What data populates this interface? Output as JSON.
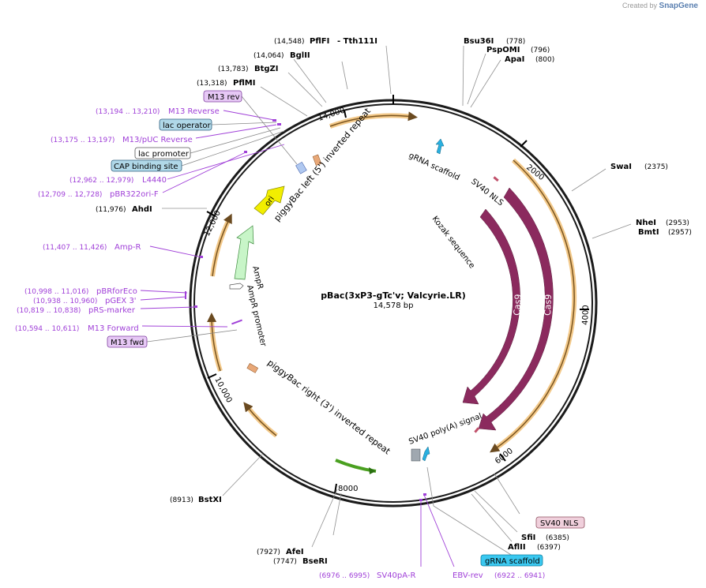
{
  "watermark": {
    "created_by": "Created by",
    "brand": "SnapGene"
  },
  "plasmid": {
    "name": "pBac(3xP3-gTc'v; Valcyrie.LR)",
    "length_label": "14,578 bp",
    "total_bp": 14578
  },
  "ticks": [
    {
      "label": "2000",
      "bp": 2000
    },
    {
      "label": "4000",
      "bp": 4000
    },
    {
      "label": "6000",
      "bp": 6000
    },
    {
      "label": "8000",
      "bp": 8000
    },
    {
      "label": "10,000",
      "bp": 10000
    },
    {
      "label": "12,000",
      "bp": 12000
    },
    {
      "label": "14,000",
      "bp": 14000
    }
  ],
  "right_sites": [
    {
      "name": "Bsu36I",
      "pos": "(778)"
    },
    {
      "name": "PspOMI",
      "pos": "(796)"
    },
    {
      "name": "ApaI",
      "pos": "(800)"
    },
    {
      "name": "SwaI",
      "pos": "(2375)"
    },
    {
      "name": "NheI",
      "pos": "(2953)"
    },
    {
      "name": "BmtI",
      "pos": "(2957)"
    },
    {
      "name": "SfiI",
      "pos": "(6385)"
    },
    {
      "name": "AflII",
      "pos": "(6397)"
    }
  ],
  "left_sites": [
    {
      "name": "PflFI",
      "pos": "(14,548)"
    },
    {
      "name": "- Tth111I",
      "pos": ""
    },
    {
      "name": "BglII",
      "pos": "(14,064)"
    },
    {
      "name": "BtgZI",
      "pos": "(13,783)"
    },
    {
      "name": "PflMI",
      "pos": "(13,318)"
    },
    {
      "name": "AhdI",
      "pos": "(11,976)"
    },
    {
      "name": "BstXI",
      "pos": "(8913)"
    },
    {
      "name": "AfeI",
      "pos": "(7927)"
    },
    {
      "name": "BseRI",
      "pos": "(7747)"
    }
  ],
  "primers": [
    {
      "name": "M13 Reverse",
      "range": "(13,194 .. 13,210)"
    },
    {
      "name": "M13/pUC Reverse",
      "range": "(13,175 .. 13,197)"
    },
    {
      "name": "L4440",
      "range": "(12,962 .. 12,979)"
    },
    {
      "name": "pBR322ori-F",
      "range": "(12,709 .. 12,728)"
    },
    {
      "name": "Amp-R",
      "range": "(11,407 .. 11,426)"
    },
    {
      "name": "pBRforEco",
      "range": "(10,998 .. 11,016)"
    },
    {
      "name": "pGEX 3'",
      "range": "(10,938 .. 10,960)"
    },
    {
      "name": "pRS-marker",
      "range": "(10,819 .. 10,838)"
    },
    {
      "name": "M13 Forward",
      "range": "(10,594 .. 10,611)"
    },
    {
      "name": "SV40pA-R",
      "range": "(6976 .. 6995)"
    },
    {
      "name": "EBV-rev",
      "range": ""
    },
    {
      "name": "",
      "range": "(6922 .. 6941)"
    }
  ],
  "boxed_labels": {
    "m13_rev": "M13 rev",
    "lac_operator": "lac operator",
    "lac_promoter": "lac promoter",
    "cap_binding": "CAP binding site",
    "m13_fwd": "M13 fwd",
    "sv40_nls_box": "SV40 NLS",
    "grna_scaffold_box": "gRNA scaffold"
  },
  "inner_labels": {
    "grna_scaffold": "gRNA scaffold",
    "sv40_nls": "SV40 NLS",
    "kozak": "Kozak sequence",
    "cas9_inner": "Cas9",
    "cas9_outer": "Cas9",
    "sv40_polya": "SV40 poly(A) signal",
    "pb_left": "piggyBac left (5') inverted repeat",
    "pb_right": "piggyBac right (3') inverted repeat",
    "ori": "ori",
    "ampr": "AmpR",
    "ampr_promoter": "AmpR promoter"
  },
  "colors": {
    "backbone": "#1a1a1a",
    "cas9": "#8b2a5e",
    "orange_feature": "#f3c98a",
    "ori": "#f2ee00",
    "ampr": "#c8f5c8",
    "grna": "#2ab0e0",
    "primer": "#a040d8",
    "pb_ir": "#e8a878",
    "green_arrow": "#4aa020"
  }
}
